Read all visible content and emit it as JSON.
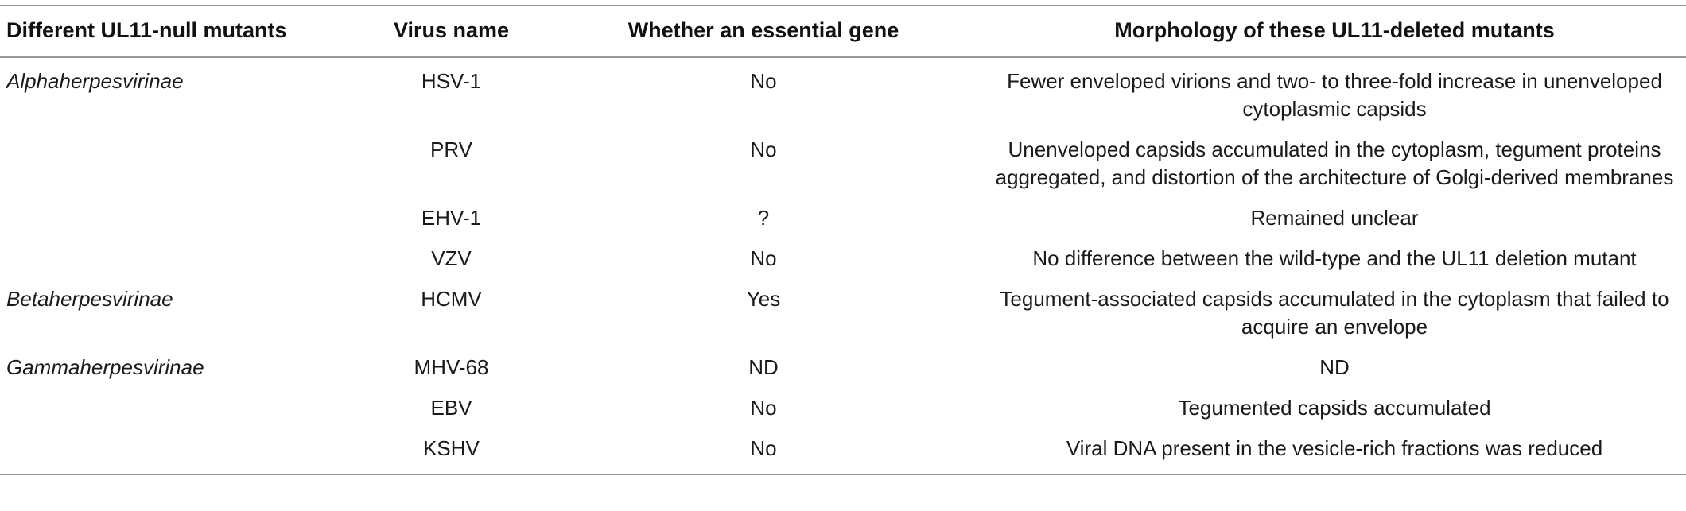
{
  "table": {
    "headers": [
      "Different UL11-null mutants",
      "Virus name",
      "Whether an essential gene",
      "Morphology of these UL11-deleted mutants"
    ],
    "rows": [
      {
        "group": "Alphaherpesvirinae",
        "virus": "HSV-1",
        "essential": "No",
        "morphology": "Fewer enveloped virions and two- to three-fold increase in unenveloped cytoplasmic capsids"
      },
      {
        "group": "",
        "virus": "PRV",
        "essential": "No",
        "morphology": "Unenveloped capsids accumulated in the cytoplasm, tegument proteins aggregated, and distortion of the architecture of Golgi-derived membranes"
      },
      {
        "group": "",
        "virus": "EHV-1",
        "essential": "?",
        "morphology": "Remained unclear"
      },
      {
        "group": "",
        "virus": "VZV",
        "essential": "No",
        "morphology": "No difference between the wild-type and the UL11 deletion mutant"
      },
      {
        "group": "Betaherpesvirinae",
        "virus": "HCMV",
        "essential": "Yes",
        "morphology": "Tegument-associated capsids accumulated in the cytoplasm that failed to acquire an envelope"
      },
      {
        "group": "Gammaherpesvirinae",
        "virus": "MHV-68",
        "essential": "ND",
        "morphology": "ND"
      },
      {
        "group": "",
        "virus": "EBV",
        "essential": "No",
        "morphology": "Tegumented capsids accumulated"
      },
      {
        "group": "",
        "virus": "KSHV",
        "essential": "No",
        "morphology": "Viral DNA present in the vesicle-rich fractions was reduced"
      }
    ]
  }
}
